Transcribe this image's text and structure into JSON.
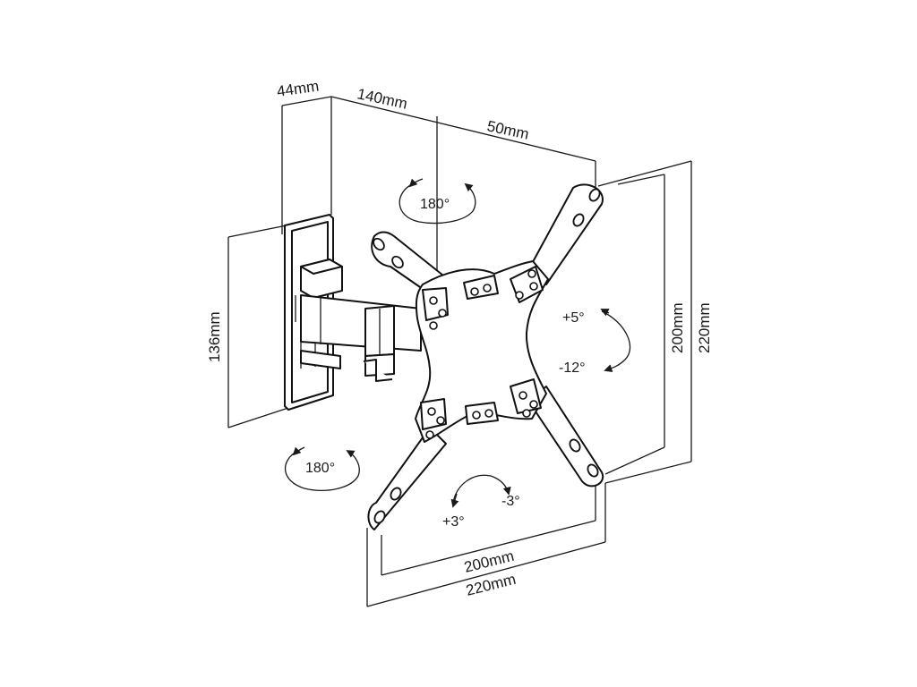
{
  "dimensions": {
    "wall_plate_depth": "44mm",
    "arm_extension": "140mm",
    "offset": "50mm",
    "wall_plate_height": "136mm",
    "vesa_inner_vertical": "200mm",
    "vesa_outer_vertical": "220mm",
    "vesa_inner_horizontal": "200mm",
    "vesa_outer_horizontal": "220mm"
  },
  "angles": {
    "swivel_top": "180°",
    "swivel_bottom": "180°",
    "tilt_up": "+5°",
    "tilt_down": "-12°",
    "rotation_positive": "+3°",
    "rotation_negative": "-3°"
  }
}
